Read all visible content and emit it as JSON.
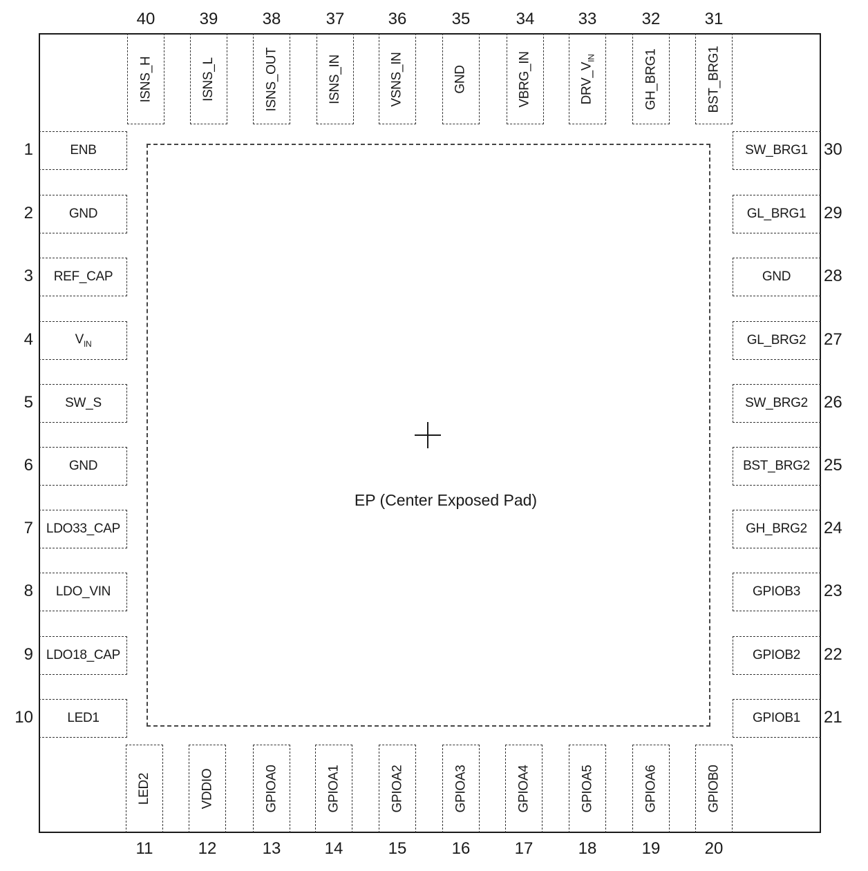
{
  "center_label": "EP (Center Exposed Pad)",
  "left_pins": [
    {
      "num": "1",
      "name": "ENB"
    },
    {
      "num": "2",
      "name": "GND"
    },
    {
      "num": "3",
      "name": "REF_CAP"
    },
    {
      "num": "4",
      "name": "V",
      "sub": "IN"
    },
    {
      "num": "5",
      "name": "SW_S"
    },
    {
      "num": "6",
      "name": "GND"
    },
    {
      "num": "7",
      "name": "LDO33_CAP"
    },
    {
      "num": "8",
      "name": "LDO_VIN"
    },
    {
      "num": "9",
      "name": "LDO18_CAP"
    },
    {
      "num": "10",
      "name": "LED1"
    }
  ],
  "bottom_pins": [
    {
      "num": "11",
      "name": "LED2"
    },
    {
      "num": "12",
      "name": "VDDIO"
    },
    {
      "num": "13",
      "name": "GPIOA0"
    },
    {
      "num": "14",
      "name": "GPIOA1"
    },
    {
      "num": "15",
      "name": "GPIOA2"
    },
    {
      "num": "16",
      "name": "GPIOA3"
    },
    {
      "num": "17",
      "name": "GPIOA4"
    },
    {
      "num": "18",
      "name": "GPIOA5"
    },
    {
      "num": "19",
      "name": "GPIOA6"
    },
    {
      "num": "20",
      "name": "GPIOB0"
    }
  ],
  "right_pins": [
    {
      "num": "30",
      "name": "SW_BRG1"
    },
    {
      "num": "29",
      "name": "GL_BRG1"
    },
    {
      "num": "28",
      "name": "GND"
    },
    {
      "num": "27",
      "name": "GL_BRG2"
    },
    {
      "num": "26",
      "name": "SW_BRG2"
    },
    {
      "num": "25",
      "name": "BST_BRG2"
    },
    {
      "num": "24",
      "name": "GH_BRG2"
    },
    {
      "num": "23",
      "name": "GPIOB3"
    },
    {
      "num": "22",
      "name": "GPIOB2"
    },
    {
      "num": "21",
      "name": "GPIOB1"
    }
  ],
  "top_pins": [
    {
      "num": "40",
      "name": "ISNS_H"
    },
    {
      "num": "39",
      "name": "ISNS_L"
    },
    {
      "num": "38",
      "name": "ISNS_OUT"
    },
    {
      "num": "37",
      "name": "ISNS_IN"
    },
    {
      "num": "36",
      "name": "VSNS_IN"
    },
    {
      "num": "35",
      "name": "GND"
    },
    {
      "num": "34",
      "name": "VBRG_IN"
    },
    {
      "num": "33",
      "name": "DRV_V",
      "sub": "IN"
    },
    {
      "num": "32",
      "name": "GH_BRG1"
    },
    {
      "num": "31",
      "name": "BST_BRG1"
    }
  ]
}
